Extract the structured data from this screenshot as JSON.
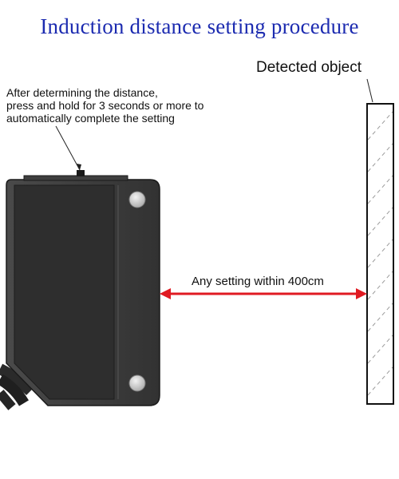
{
  "title": "Induction distance setting procedure",
  "annotation": {
    "lines": [
      "After determining the distance,",
      "press and hold for 3 seconds or more to",
      "automatically complete the setting"
    ]
  },
  "detected_object_label": "Detected object",
  "distance_label": "Any setting within 400cm",
  "colors": {
    "title": "#1c2bb0",
    "arrow": "#e01a22",
    "sensor_body": "#3a3a3a",
    "sensor_face": "#2e2e2e"
  }
}
